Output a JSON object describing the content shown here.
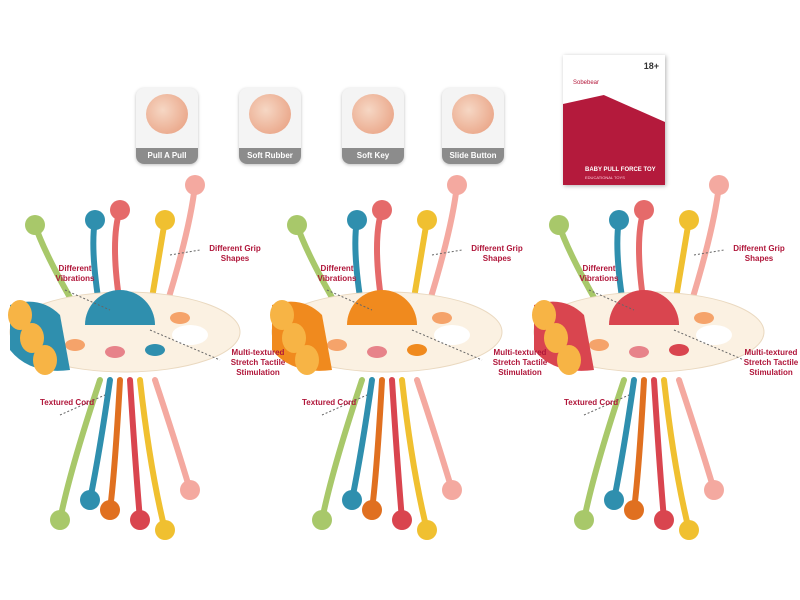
{
  "features": [
    {
      "label": "Pull A Pull"
    },
    {
      "label": "Soft Rubber"
    },
    {
      "label": "Soft Key"
    },
    {
      "label": "Slide Button"
    }
  ],
  "box": {
    "brand": "Sobebear",
    "age": "18+",
    "title": "BABY PULL FORCE TOY",
    "subtitle": "EDUCATIONAL TOYS"
  },
  "callouts": {
    "vibrations": "Different Vibrations",
    "grip": "Different Grip Shapes",
    "stretch": "Multi-textured Stretch Tactile Stimulation",
    "cord": "Textured Cord"
  },
  "variants": [
    {
      "color": "#2f8fae"
    },
    {
      "color": "#f08a1e"
    },
    {
      "color": "#d9454f"
    }
  ],
  "text_color": "#b0163a"
}
